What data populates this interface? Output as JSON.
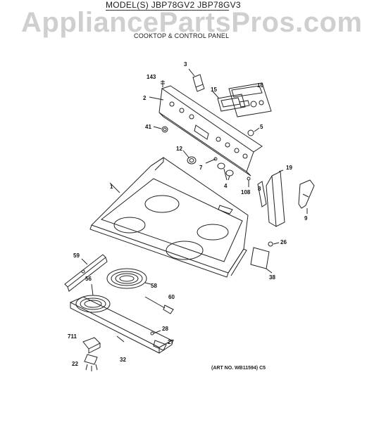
{
  "header": {
    "model": "MODEL(S) JBP78GV2  JBP78GV3",
    "watermark": "AppliancePartsPros.com",
    "section_title": "COOKTOP & CONTROL PANEL"
  },
  "callouts": {
    "p3": "3",
    "p143": "143",
    "p16": "16",
    "p15": "15",
    "p2": "2",
    "p41": "41",
    "p5": "5",
    "p12": "12",
    "p7": "7",
    "p4": "4",
    "p19": "19",
    "p1": "1",
    "p8": "8",
    "p108": "108",
    "p9": "9",
    "p26": "26",
    "p59": "59",
    "p38": "38",
    "p56": "56",
    "p58": "58",
    "p60": "60",
    "p28": "28",
    "p711": "711",
    "p27": "27",
    "p22": "22",
    "p32": "32"
  },
  "footer": {
    "art_number": "(ART NO. WB11594)  C5"
  }
}
